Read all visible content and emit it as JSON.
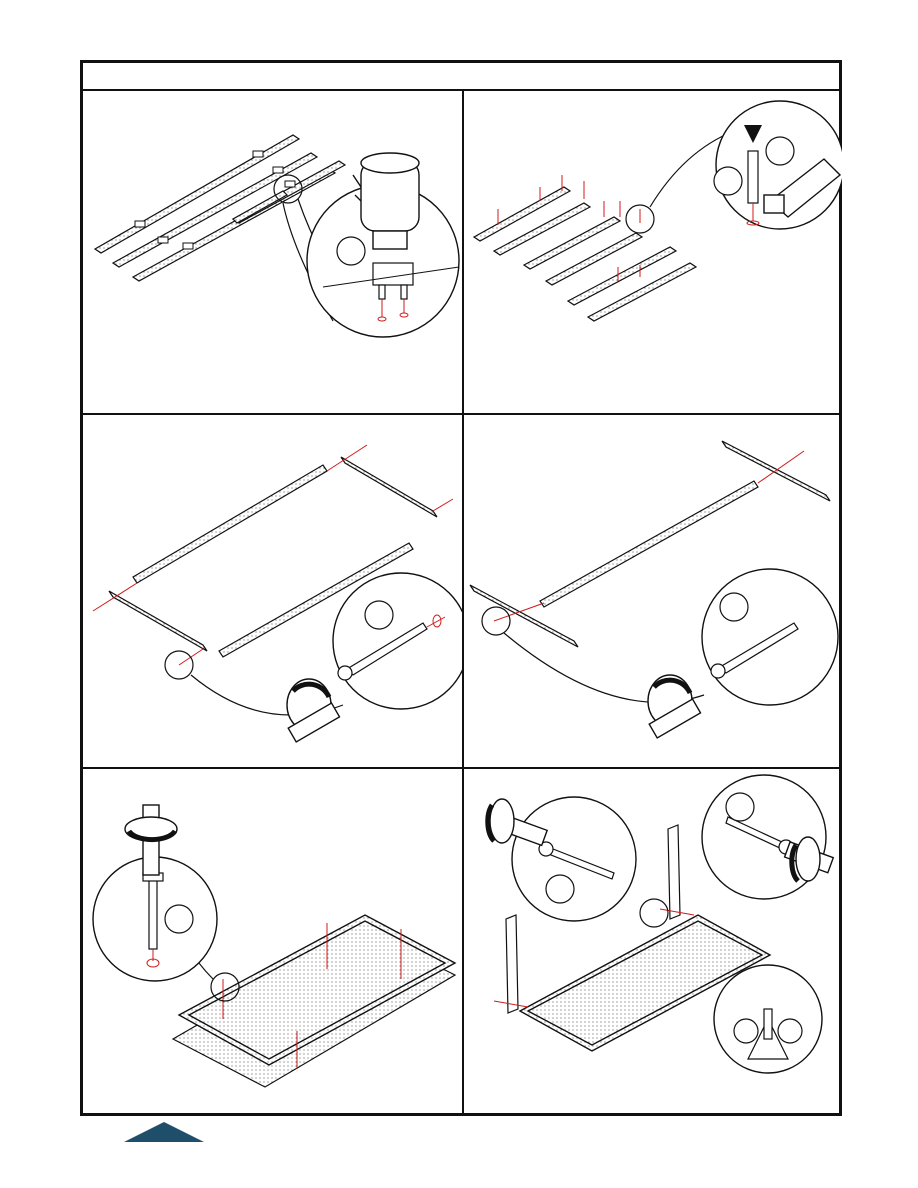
{
  "document": {
    "header_text": "",
    "panels": [
      {
        "id": "step-1",
        "caption": ""
      },
      {
        "id": "step-2",
        "caption": ""
      },
      {
        "id": "step-3",
        "caption": ""
      },
      {
        "id": "step-4",
        "caption": ""
      },
      {
        "id": "step-5",
        "caption": ""
      },
      {
        "id": "step-6",
        "caption": ""
      }
    ]
  },
  "colors": {
    "line": "#111111",
    "accent_red": "#d11a1a",
    "board_fill": "#e9e9e9",
    "tab_blue": "#1f4e6b"
  },
  "icons": [
    "hammer-icon",
    "screwdriver-icon",
    "screw-icon",
    "dowel-icon",
    "cam-bracket-icon",
    "rotate-arrow-icon"
  ]
}
